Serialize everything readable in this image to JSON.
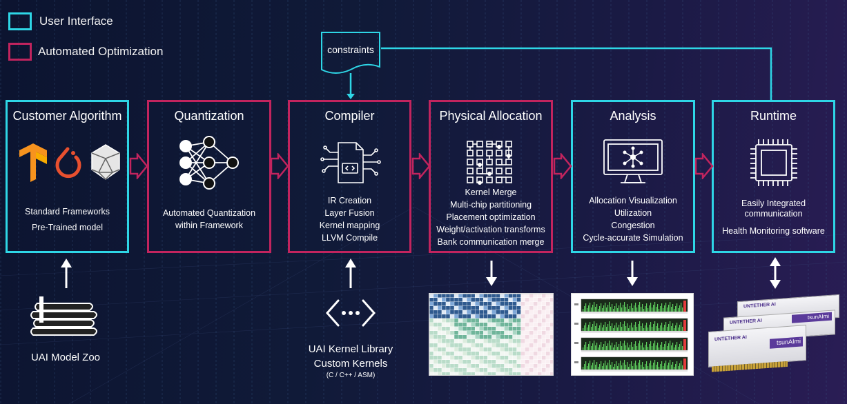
{
  "legend": {
    "ui_label": "User Interface",
    "opt_label": "Automated Optimization",
    "ui_color": "#2ed6e6",
    "opt_color": "#c2245e"
  },
  "constraints_label": "constraints",
  "stages": [
    {
      "title": "Customer Algorithm",
      "lines": [
        "Standard Frameworks",
        "Pre-Trained model"
      ],
      "kind": "ui",
      "icon": "framework-logos-icon"
    },
    {
      "title": "Quantization",
      "lines": [
        "Automated Quantization",
        "within Framework"
      ],
      "kind": "opt",
      "icon": "neural-network-icon"
    },
    {
      "title": "Compiler",
      "lines": [
        "IR Creation",
        "Layer Fusion",
        "Kernel mapping",
        "LLVM Compile"
      ],
      "kind": "opt",
      "icon": "code-file-icon"
    },
    {
      "title": "Physical Allocation",
      "lines": [
        "Kernel Merge",
        "Multi-chip partitioning",
        "Placement optimization",
        "Weight/activation transforms",
        "Bank communication merge"
      ],
      "kind": "opt",
      "icon": "grid-network-icon"
    },
    {
      "title": "Analysis",
      "lines": [
        "Allocation Visualization",
        "Utilization",
        "Congestion",
        "Cycle-accurate Simulation"
      ],
      "kind": "ui",
      "icon": "monitor-network-icon"
    },
    {
      "title": "Runtime",
      "lines": [
        "Easily Integrated",
        "communication",
        "Health Monitoring software"
      ],
      "kind": "ui",
      "icon": "chip-icon"
    }
  ],
  "model_zoo_label": "UAI Model Zoo",
  "kernel_library": {
    "line1": "UAI Kernel Library",
    "line2": "Custom Kernels",
    "line3": "(C / C++ / ASM)"
  },
  "cards": [
    {
      "brand": "UNTETHER AI",
      "strip": ""
    },
    {
      "brand": "UNTETHER AI",
      "strip": "tsunAImi"
    },
    {
      "brand": "UNTETHER AI",
      "strip": "tsunAImi"
    }
  ]
}
